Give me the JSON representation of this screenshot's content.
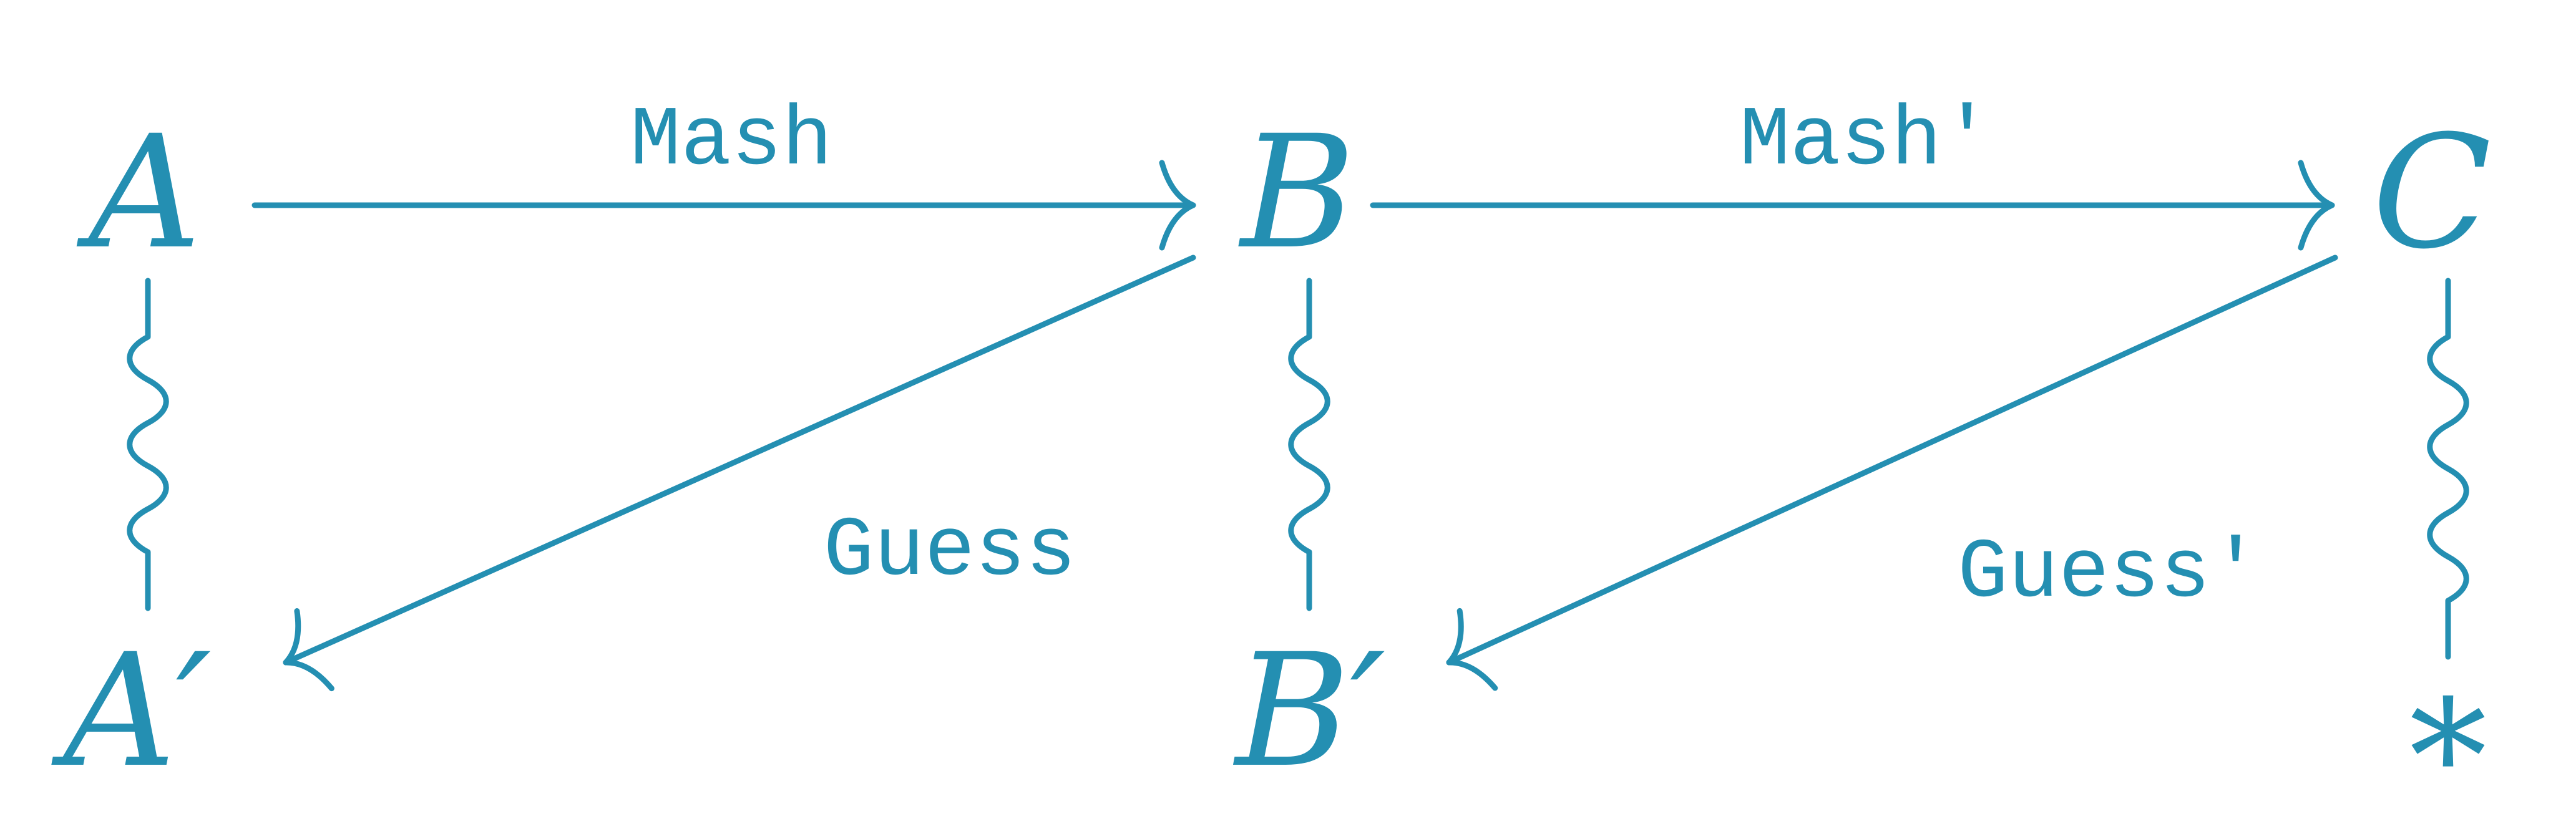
{
  "color": "#248fb2",
  "nodes": {
    "a": "A",
    "b": "B",
    "c": "C",
    "a_prime": "A′",
    "b_prime": "B′",
    "star": "∗"
  },
  "labels": {
    "mash": "Mash",
    "mash_prime": "Mash′",
    "guess": "Guess",
    "guess_prime": "Guess′"
  }
}
